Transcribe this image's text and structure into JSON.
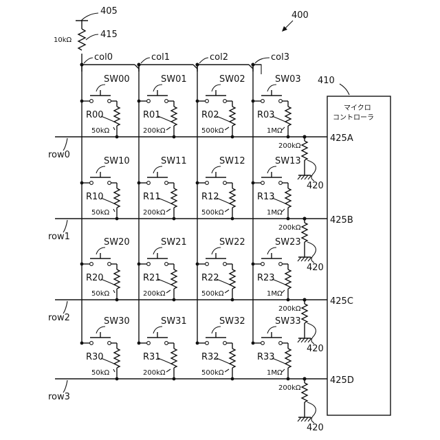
{
  "figure": {
    "label": "400",
    "supply_label": "405",
    "pullup_label": "415",
    "pullup_value": "10kΩ",
    "mcu_label": "410",
    "mcu_name_line1": "マイクロ",
    "mcu_name_line2": "コントローラ",
    "columns": [
      "col0",
      "col1",
      "col2",
      "col3"
    ],
    "rows": [
      "row0",
      "row1",
      "row2",
      "row3"
    ],
    "ports": [
      "425A",
      "425B",
      "425C",
      "425D"
    ],
    "pulldown_value": "200kΩ",
    "pulldown_label": "420",
    "switches": [
      [
        {
          "sw": "SW00",
          "r": "R00",
          "val": "50kΩ"
        },
        {
          "sw": "SW01",
          "r": "R01",
          "val": "200kΩ"
        },
        {
          "sw": "SW02",
          "r": "R02",
          "val": "500kΩ"
        },
        {
          "sw": "SW03",
          "r": "R03",
          "val": "1MΩ"
        }
      ],
      [
        {
          "sw": "SW10",
          "r": "R10",
          "val": "50kΩ"
        },
        {
          "sw": "SW11",
          "r": "R11",
          "val": "200kΩ"
        },
        {
          "sw": "SW12",
          "r": "R12",
          "val": "500kΩ"
        },
        {
          "sw": "SW13",
          "r": "R13",
          "val": "1MΩ"
        }
      ],
      [
        {
          "sw": "SW20",
          "r": "R20",
          "val": "50kΩ"
        },
        {
          "sw": "SW21",
          "r": "R21",
          "val": "200kΩ"
        },
        {
          "sw": "SW22",
          "r": "R22",
          "val": "500kΩ"
        },
        {
          "sw": "SW23",
          "r": "R23",
          "val": "1MΩ"
        }
      ],
      [
        {
          "sw": "SW30",
          "r": "R30",
          "val": "50kΩ"
        },
        {
          "sw": "SW31",
          "r": "R31",
          "val": "200kΩ"
        },
        {
          "sw": "SW32",
          "r": "R32",
          "val": "500kΩ"
        },
        {
          "sw": "SW33",
          "r": "R33",
          "val": "1MΩ"
        }
      ]
    ]
  }
}
